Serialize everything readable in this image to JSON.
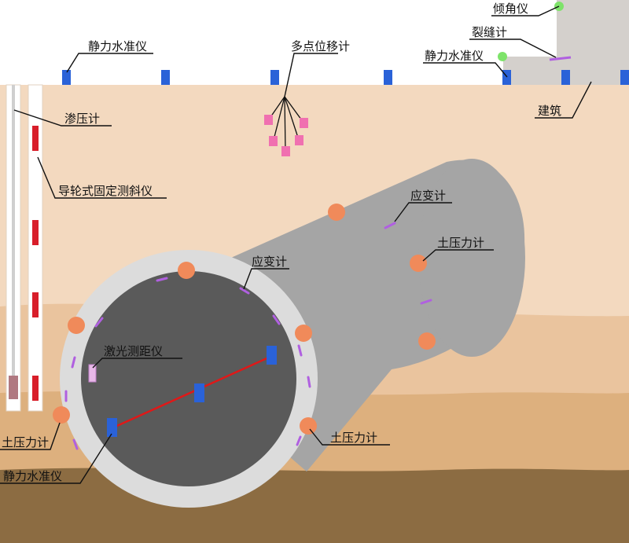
{
  "labels": {
    "tilt_meter": "倾角仪",
    "crack_meter": "裂缝计",
    "level_top_left": "静力水准仪",
    "level_top_right": "静力水准仪",
    "multipoint_disp": "多点位移计",
    "piezometer": "渗压计",
    "inclinometer": "导轮式固定测斜仪",
    "building": "建筑",
    "strain_upper": "应变计",
    "strain_mid": "应变计",
    "earth_pressure_right": "土压力计",
    "laser_range": "激光测距仪",
    "earth_pressure_left": "土压力计",
    "earth_pressure_bottom": "土压力计",
    "level_bottom": "静力水准仪"
  },
  "colors": {
    "sky": "#ffffff",
    "soil_top": "#f3d9bf",
    "soil_mid": "#eac49e",
    "soil_lower": "#ddb07e",
    "bedrock": "#8c6c42",
    "tunnel_body": "#a5a5a5",
    "tunnel_ring": "#dcdcdc",
    "tunnel_inner": "#5a5a5a",
    "building": "#d4d0cc",
    "level_sensor": "#2a62d8",
    "earth_pressure_sensor": "#f08a5a",
    "strain_gauge": "#b060e0",
    "tilt_sensor": "#7ee36a",
    "inclinometer_segment": "#d81e2a",
    "displacement_anchor": "#f070b0",
    "laser_line": "#e01818"
  }
}
